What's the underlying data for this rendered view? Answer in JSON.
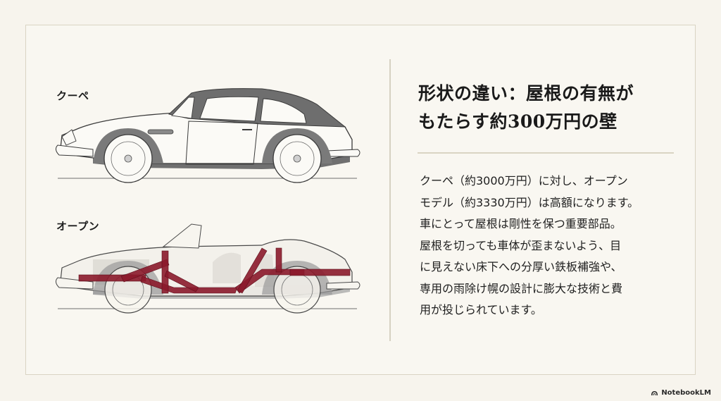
{
  "slide": {
    "title_lines": [
      "形状の違い：屋根の有無が",
      "もたらす約300万円の壁"
    ],
    "body_lines": [
      "クーペ（約3000万円）に対し、オープン",
      "モデル（約3330万円）は高額になります。",
      "車にとって屋根は剛性を保つ重要部品。",
      "屋根を切っても車体が歪まないよう、目",
      "に見えない床下への分厚い鉄板補強や、",
      "専用の雨除け幌の設計に膨大な技術と費",
      "用が投じられています。"
    ],
    "illustrations": {
      "coupe": {
        "label": "クーペ",
        "icon": "coupe-car-illustration"
      },
      "open": {
        "label": "オープン",
        "icon": "convertible-car-chassis-illustration",
        "reinforcement_color": "#8b1a2b"
      }
    }
  },
  "branding": {
    "label": "NotebookLM",
    "icon": "notebooklm-logo-icon"
  },
  "colors": {
    "background": "#f7f4ed",
    "frame_border": "#d9d4c3",
    "text": "#1c1c1c",
    "roof_gray": "#6b6b6b",
    "chassis_red": "#8b1a2b"
  }
}
